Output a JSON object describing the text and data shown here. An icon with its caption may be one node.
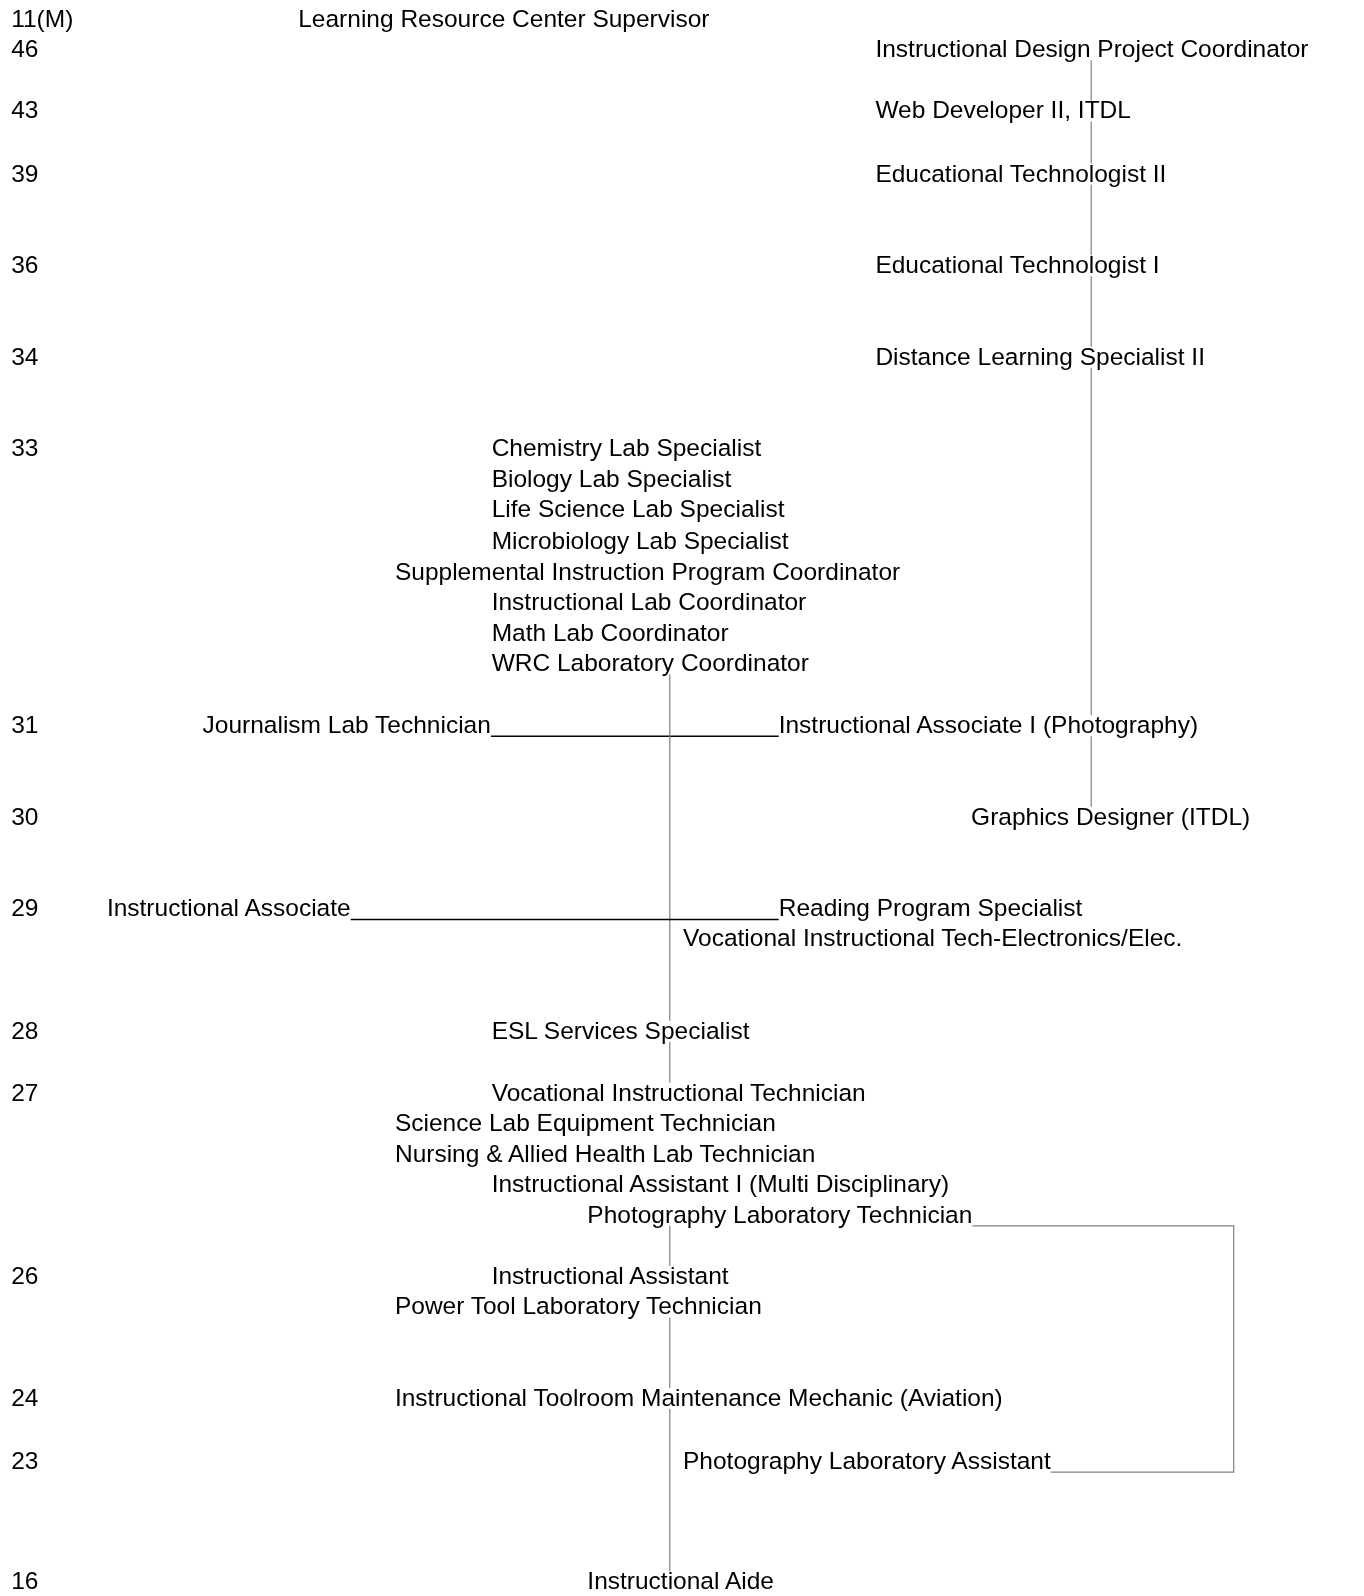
{
  "diagram": {
    "nodes": [
      {
        "text": [
          "Learning Resource Center Supervisor"
        ]
      },
      {
        "text": [
          "Instructional Design Project Coordinator"
        ]
      },
      {
        "text": [
          "Web Developer II, ITDL"
        ]
      },
      {
        "text": [
          "Educational Technologist II"
        ]
      },
      {
        "text": [
          "Educational Technologist I"
        ]
      },
      {
        "text": [
          "Distance Learning Specialist II"
        ]
      },
      {
        "text": [
          "Chemistry Lab Specialist"
        ]
      },
      {
        "text": [
          "Biology Lab Specialist"
        ]
      },
      {
        "text": [
          "Life Science Lab Specialist"
        ]
      },
      {
        "text": [
          "Microbiology Lab Specialist"
        ]
      },
      {
        "text": [
          "Supplemental Instruction Program Coordinator"
        ]
      },
      {
        "text": [
          "Instructional Lab Coordinator"
        ]
      },
      {
        "text": [
          "Math Lab Coordinator"
        ]
      },
      {
        "text": [
          "WRC Laboratory Coordinator"
        ]
      },
      {
        "text": [
          "Journalism Lab Technician"
        ]
      },
      {
        "text": [
          "Instructional Associate I (Photography)"
        ]
      },
      {
        "text": [
          "Graphics Designer (ITDL)"
        ]
      },
      {
        "text": [
          "Instructional Associate"
        ]
      },
      {
        "text": [
          "Reading Program Specialist"
        ]
      },
      {
        "text": [
          "Vocational Instructional Tech-Electronics/Elec."
        ]
      },
      {
        "text": [
          "ESL Services Specialist"
        ]
      },
      {
        "text": [
          "Vocational Instructional Technician"
        ]
      },
      {
        "text": [
          "Science Lab Equipment Technician"
        ]
      },
      {
        "text": [
          "Nursing & Allied Health Lab Technician"
        ]
      },
      {
        "text": [
          "Instructional Assistant I (Multi Disciplinary)"
        ]
      },
      {
        "text": [
          "Photography Laboratory Technician"
        ]
      },
      {
        "text": [
          "Instructional Assistant"
        ]
      },
      {
        "text": [
          "Power Tool Laboratory Technician"
        ]
      },
      {
        "text": [
          "Instructional Toolroom Maintenance Mechanic (Aviation)"
        ]
      },
      {
        "text": [
          "Photography Laboratory Assistant"
        ]
      },
      {
        "text": [
          "Instructional Aide"
        ]
      }
    ],
    "edges": [
      {
        "from": 1,
        "to": 2,
        "arrow": "none"
      },
      {
        "from": 2,
        "to": 3,
        "arrow": "none"
      },
      {
        "from": 3,
        "to": 4,
        "arrow": "none"
      },
      {
        "from": 4,
        "to": 5,
        "arrow": "none"
      },
      {
        "from": 5,
        "to": 15,
        "arrow": "none"
      },
      {
        "from": 15,
        "to": 16,
        "arrow": "none"
      },
      {
        "from": 14,
        "to": 15,
        "arrow": "none",
        "color": "#000000"
      },
      {
        "from": 13,
        "to": 20,
        "arrow": "none"
      },
      {
        "from": 17,
        "to": 18,
        "arrow": "none",
        "color": "#000000"
      },
      {
        "from": 20,
        "to": 21,
        "arrow": "none"
      },
      {
        "from": 25,
        "to": 26,
        "arrow": "none"
      },
      {
        "from": 27,
        "to": 28,
        "arrow": "none"
      },
      {
        "from": 28,
        "to": 30,
        "arrow": "none"
      },
      {
        "from": 25,
        "to": 29,
        "arrow": "none"
      }
    ],
    "labels": [
      "11(M)",
      "46",
      "43",
      "39",
      "36",
      "34",
      "33",
      "31",
      "30",
      "29",
      "28",
      "27",
      "26",
      "24",
      "23",
      "16"
    ]
  }
}
